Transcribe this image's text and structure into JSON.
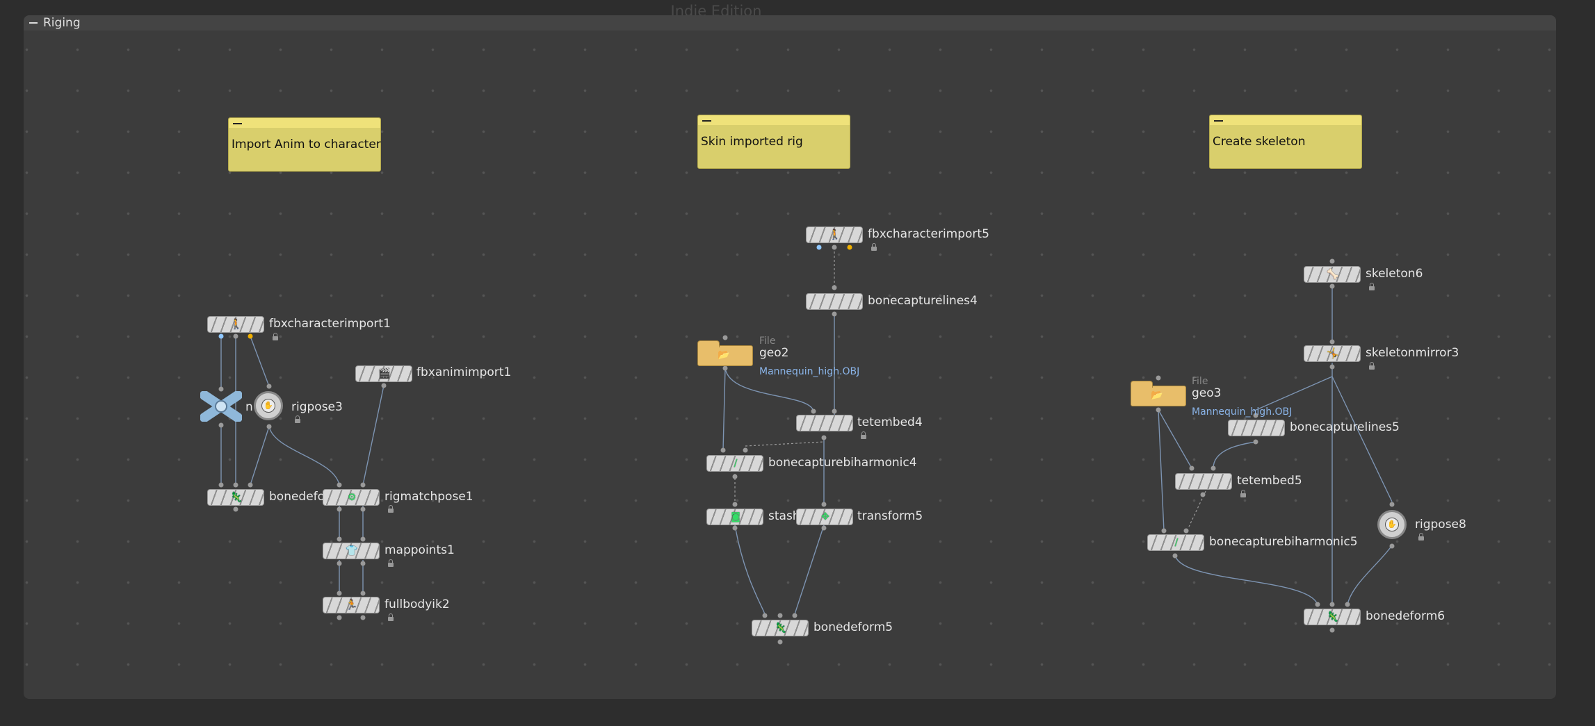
{
  "watermark": "Indie Edition",
  "network_box": {
    "title": "Riging"
  },
  "stickies": {
    "import": "Import Anim to character",
    "skin": "Skin imported rig",
    "create": "Create skeleton"
  },
  "nodes": {
    "fbxcharacterimport1": "fbxcharacterimport1",
    "fbxanimimport1": "fbxanimimport1",
    "n_partial": "n",
    "rigpose3": "rigpose3",
    "bonedefor_partial": "bonedefor",
    "rigmatchpose1": "rigmatchpose1",
    "mappoints1": "mappoints1",
    "fullbodyik2": "fullbodyik2",
    "fbxcharacterimport5": "fbxcharacterimport5",
    "bonecapturelines4": "bonecapturelines4",
    "geo2": "geo2",
    "geo2_type": "File",
    "geo2_param": "Mannequin_high.OBJ",
    "tetembed4": "tetembed4",
    "bonecapturebiharmonic4": "bonecapturebiharmonic4",
    "stash": "stash",
    "transform5": "transform5",
    "bonedeform5": "bonedeform5",
    "skeleton6": "skeleton6",
    "skeletonmirror3": "skeletonmirror3",
    "geo3": "geo3",
    "geo3_type": "File",
    "geo3_param": "Mannequin_high.OBJ",
    "bonecapturelines5": "bonecapturelines5",
    "tetembed5": "tetembed5",
    "rigpose8": "rigpose8",
    "bonecapturebiharmonic5": "bonecapturebiharmonic5",
    "bonedeform6": "bonedeform6"
  },
  "colors": {
    "wire": "#7d94b2",
    "sticky": "#d9cf6c",
    "geo": "#e8be6a",
    "port_blue": "#8fc7ff",
    "port_orange": "#f0b000"
  }
}
